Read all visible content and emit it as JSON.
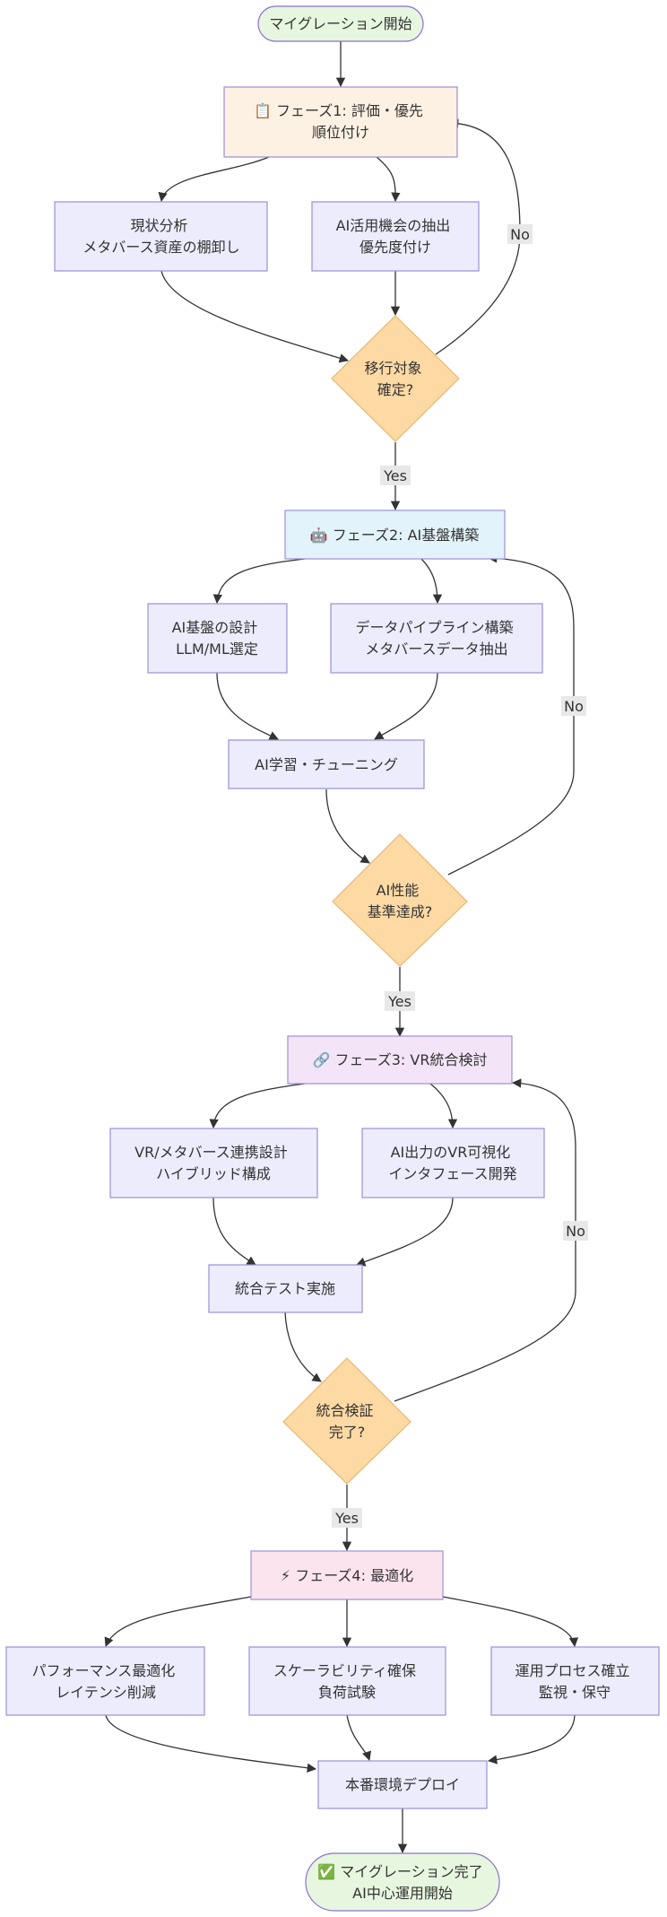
{
  "colors": {
    "terminal_fill": "#e6f6df",
    "terminal_stroke": "#8a6fcf",
    "phase1_fill": "#fdf1e3",
    "phase2_fill": "#e3f3fb",
    "phase3_fill": "#f3e5f7",
    "phase4_fill": "#fce4ef",
    "process_fill": "#ececfd",
    "process_stroke": "#9b90d6",
    "decision_fill": "#fdd9a4",
    "decision_stroke": "#e6b873",
    "edge": "#333333"
  },
  "nodes": {
    "start": [
      "マイグレーション開始"
    ],
    "phase1": [
      "📋 フェーズ1: 評価・優先",
      "順位付け"
    ],
    "analysis": [
      "現状分析",
      "メタバース資産の棚卸し"
    ],
    "ai_opportunity": [
      "AI活用機会の抽出",
      "優先度付け"
    ],
    "decision1": [
      "移行対象",
      "確定?"
    ],
    "phase2": [
      "🤖 フェーズ2: AI基盤構築"
    ],
    "ai_design": [
      "AI基盤の設計",
      "LLM/ML選定"
    ],
    "data_pipeline": [
      "データパイプライン構築",
      "メタバースデータ抽出"
    ],
    "ai_training": [
      "AI学習・チューニング"
    ],
    "decision2": [
      "AI性能",
      "基準達成?"
    ],
    "phase3": [
      "🔗 フェーズ3: VR統合検討"
    ],
    "vr_design": [
      "VR/メタバース連携設計",
      "ハイブリッド構成"
    ],
    "ai_vr": [
      "AI出力のVR可視化",
      "インタフェース開発"
    ],
    "integration_test": [
      "統合テスト実施"
    ],
    "decision3": [
      "統合検証",
      "完了?"
    ],
    "phase4": [
      "⚡ フェーズ4: 最適化"
    ],
    "performance": [
      "パフォーマンス最適化",
      "レイテンシ削減"
    ],
    "scalability": [
      "スケーラビリティ確保",
      "負荷試験"
    ],
    "operations": [
      "運用プロセス確立",
      "監視・保守"
    ],
    "deploy": [
      "本番環境デプロイ"
    ],
    "end": [
      "✅ マイグレーション完了",
      "AI中心運用開始"
    ]
  },
  "edge_labels": {
    "d1_yes": "Yes",
    "d1_no": "No",
    "d2_yes": "Yes",
    "d2_no": "No",
    "d3_yes": "Yes",
    "d3_no": "No"
  }
}
